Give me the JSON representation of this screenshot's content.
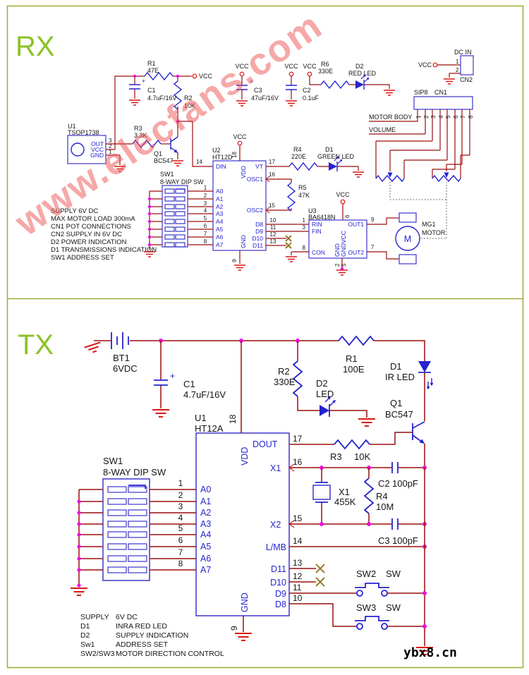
{
  "digits": [
    "1",
    "2",
    "3",
    "4",
    "5",
    "6",
    "7",
    "8"
  ],
  "vcc": "VCC",
  "gnd": "GND",
  "plus": "+",
  "watermark": {
    "main": "www.elecfans.com",
    "site": "ybx8.cn"
  },
  "rx": {
    "title": "RX",
    "u1": {
      "ref": "U1",
      "part": "TSOP1738",
      "pin_out": "OUT",
      "n3": "3",
      "n2": "2",
      "n1": "1"
    },
    "r1": {
      "ref": "R1",
      "val": "47E"
    },
    "c1": {
      "ref": "C1",
      "val": "4.7uF/16V"
    },
    "r2": {
      "ref": "R2",
      "val": "10K"
    },
    "r3": {
      "ref": "R3",
      "val": "3.3K"
    },
    "q1": {
      "ref": "Q1",
      "val": "BC547"
    },
    "c3": {
      "ref": "C3",
      "val": "47uF/16V"
    },
    "c2": {
      "ref": "C2",
      "val": "0.1uF"
    },
    "r6": {
      "ref": "R6",
      "val": "330E"
    },
    "d2": {
      "ref": "D2",
      "val": "RED LED"
    },
    "dcin": {
      "title": "DC IN",
      "ref": "CN2"
    },
    "cn1": {
      "t1": "SIP8",
      "t2": "CN1",
      "motor_body": "MOTOR BODY",
      "volume": "VOLUME"
    },
    "u2": {
      "ref": "U2",
      "part": "HT12D",
      "din": "DIN",
      "vdd": "VDD",
      "vt": "VT",
      "osc1": "OSC1",
      "osc2": "OSC2",
      "n14": "14",
      "n18": "18",
      "n17": "17",
      "n16": "16",
      "n15": "15",
      "n9": "9",
      "a": [
        "A0",
        "A1",
        "A2",
        "A3",
        "A4",
        "A5",
        "A6",
        "A7"
      ],
      "d": [
        "D8",
        "D9",
        "D10",
        "D11"
      ],
      "dn": [
        "10",
        "11",
        "12",
        "13"
      ]
    },
    "sw1": {
      "ref": "SW1",
      "val": "8-WAY DIP SW"
    },
    "r4": {
      "ref": "R4",
      "val": "220E"
    },
    "d1": {
      "ref": "D1",
      "val": "GREEN LED"
    },
    "r5": {
      "ref": "R5",
      "val": "47K"
    },
    "u3": {
      "ref": "U3",
      "part": "BA6418N",
      "rin": "RIN",
      "fin": "FIN",
      "con": "CON",
      "out1": "OUT1",
      "out2": "OUT2",
      "n1": "1",
      "n3": "3",
      "n8": "8",
      "n6": "6",
      "n9": "9",
      "n7": "7",
      "n2": "2",
      "n5": "5"
    },
    "mg1": {
      "ref": "MG1",
      "val": "MOTOR",
      "sym": "M"
    },
    "notes": [
      "SUPPLY 6V DC",
      "MAX MOTOR LOAD 300mA",
      "CN1  POT CONNECTIONS",
      "CN2  SUPPLY IN 6V DC",
      "D2   POWER INDICATION",
      "D1  TRANSMISSIONS INDICATION",
      "SW1  ADDRESS SET"
    ]
  },
  "tx": {
    "title": "TX",
    "bt1": {
      "ref": "BT1",
      "val": "6VDC"
    },
    "c1": {
      "ref": "C1",
      "val": "4.7uF/16V"
    },
    "r1": {
      "ref": "R1",
      "val": "100E"
    },
    "r2": {
      "ref": "R2",
      "val": "330E"
    },
    "d2": {
      "ref": "D2",
      "val": "LED"
    },
    "d1": {
      "ref": "D1",
      "val": "IR LED"
    },
    "q1": {
      "ref": "Q1",
      "val": "BC547"
    },
    "r3": {
      "ref": "R3",
      "val": "10K"
    },
    "x1": {
      "ref": "X1",
      "val": "455K"
    },
    "c2": {
      "ref": "C2",
      "val": "100pF"
    },
    "r4": {
      "ref": "R4",
      "val": "10M"
    },
    "c3": {
      "ref": "C3",
      "val": "100pF"
    },
    "u1": {
      "ref": "U1",
      "part": "HT12A",
      "vdd": "VDD",
      "dout": "DOUT",
      "x1": "X1",
      "x2": "X2",
      "lmb": "L/MB",
      "n18": "18",
      "n17": "17",
      "n16": "16",
      "n15": "15",
      "n14": "14",
      "n13": "13",
      "n12": "12",
      "n11": "11",
      "n10": "10",
      "n9": "9",
      "a": [
        "A0",
        "A1",
        "A2",
        "A3",
        "A4",
        "A5",
        "A6",
        "A7"
      ],
      "d": [
        "D11",
        "D10",
        "D9",
        "D8"
      ]
    },
    "sw1": {
      "ref": "SW1",
      "val": "8-WAY DIP SW"
    },
    "sw2": {
      "ref": "SW2",
      "val": "SW"
    },
    "sw3": {
      "ref": "SW3",
      "val": "SW"
    },
    "notes": {
      "labels": [
        "SUPPLY",
        "D1",
        "D2",
        "Sw1",
        "SW2/SW3"
      ],
      "descs": [
        "6V DC",
        "INRA RED LED",
        "SUPPLY INDICATION",
        "ADDRESS SET",
        "MOTOR DIRECTION CONTROL"
      ]
    }
  }
}
